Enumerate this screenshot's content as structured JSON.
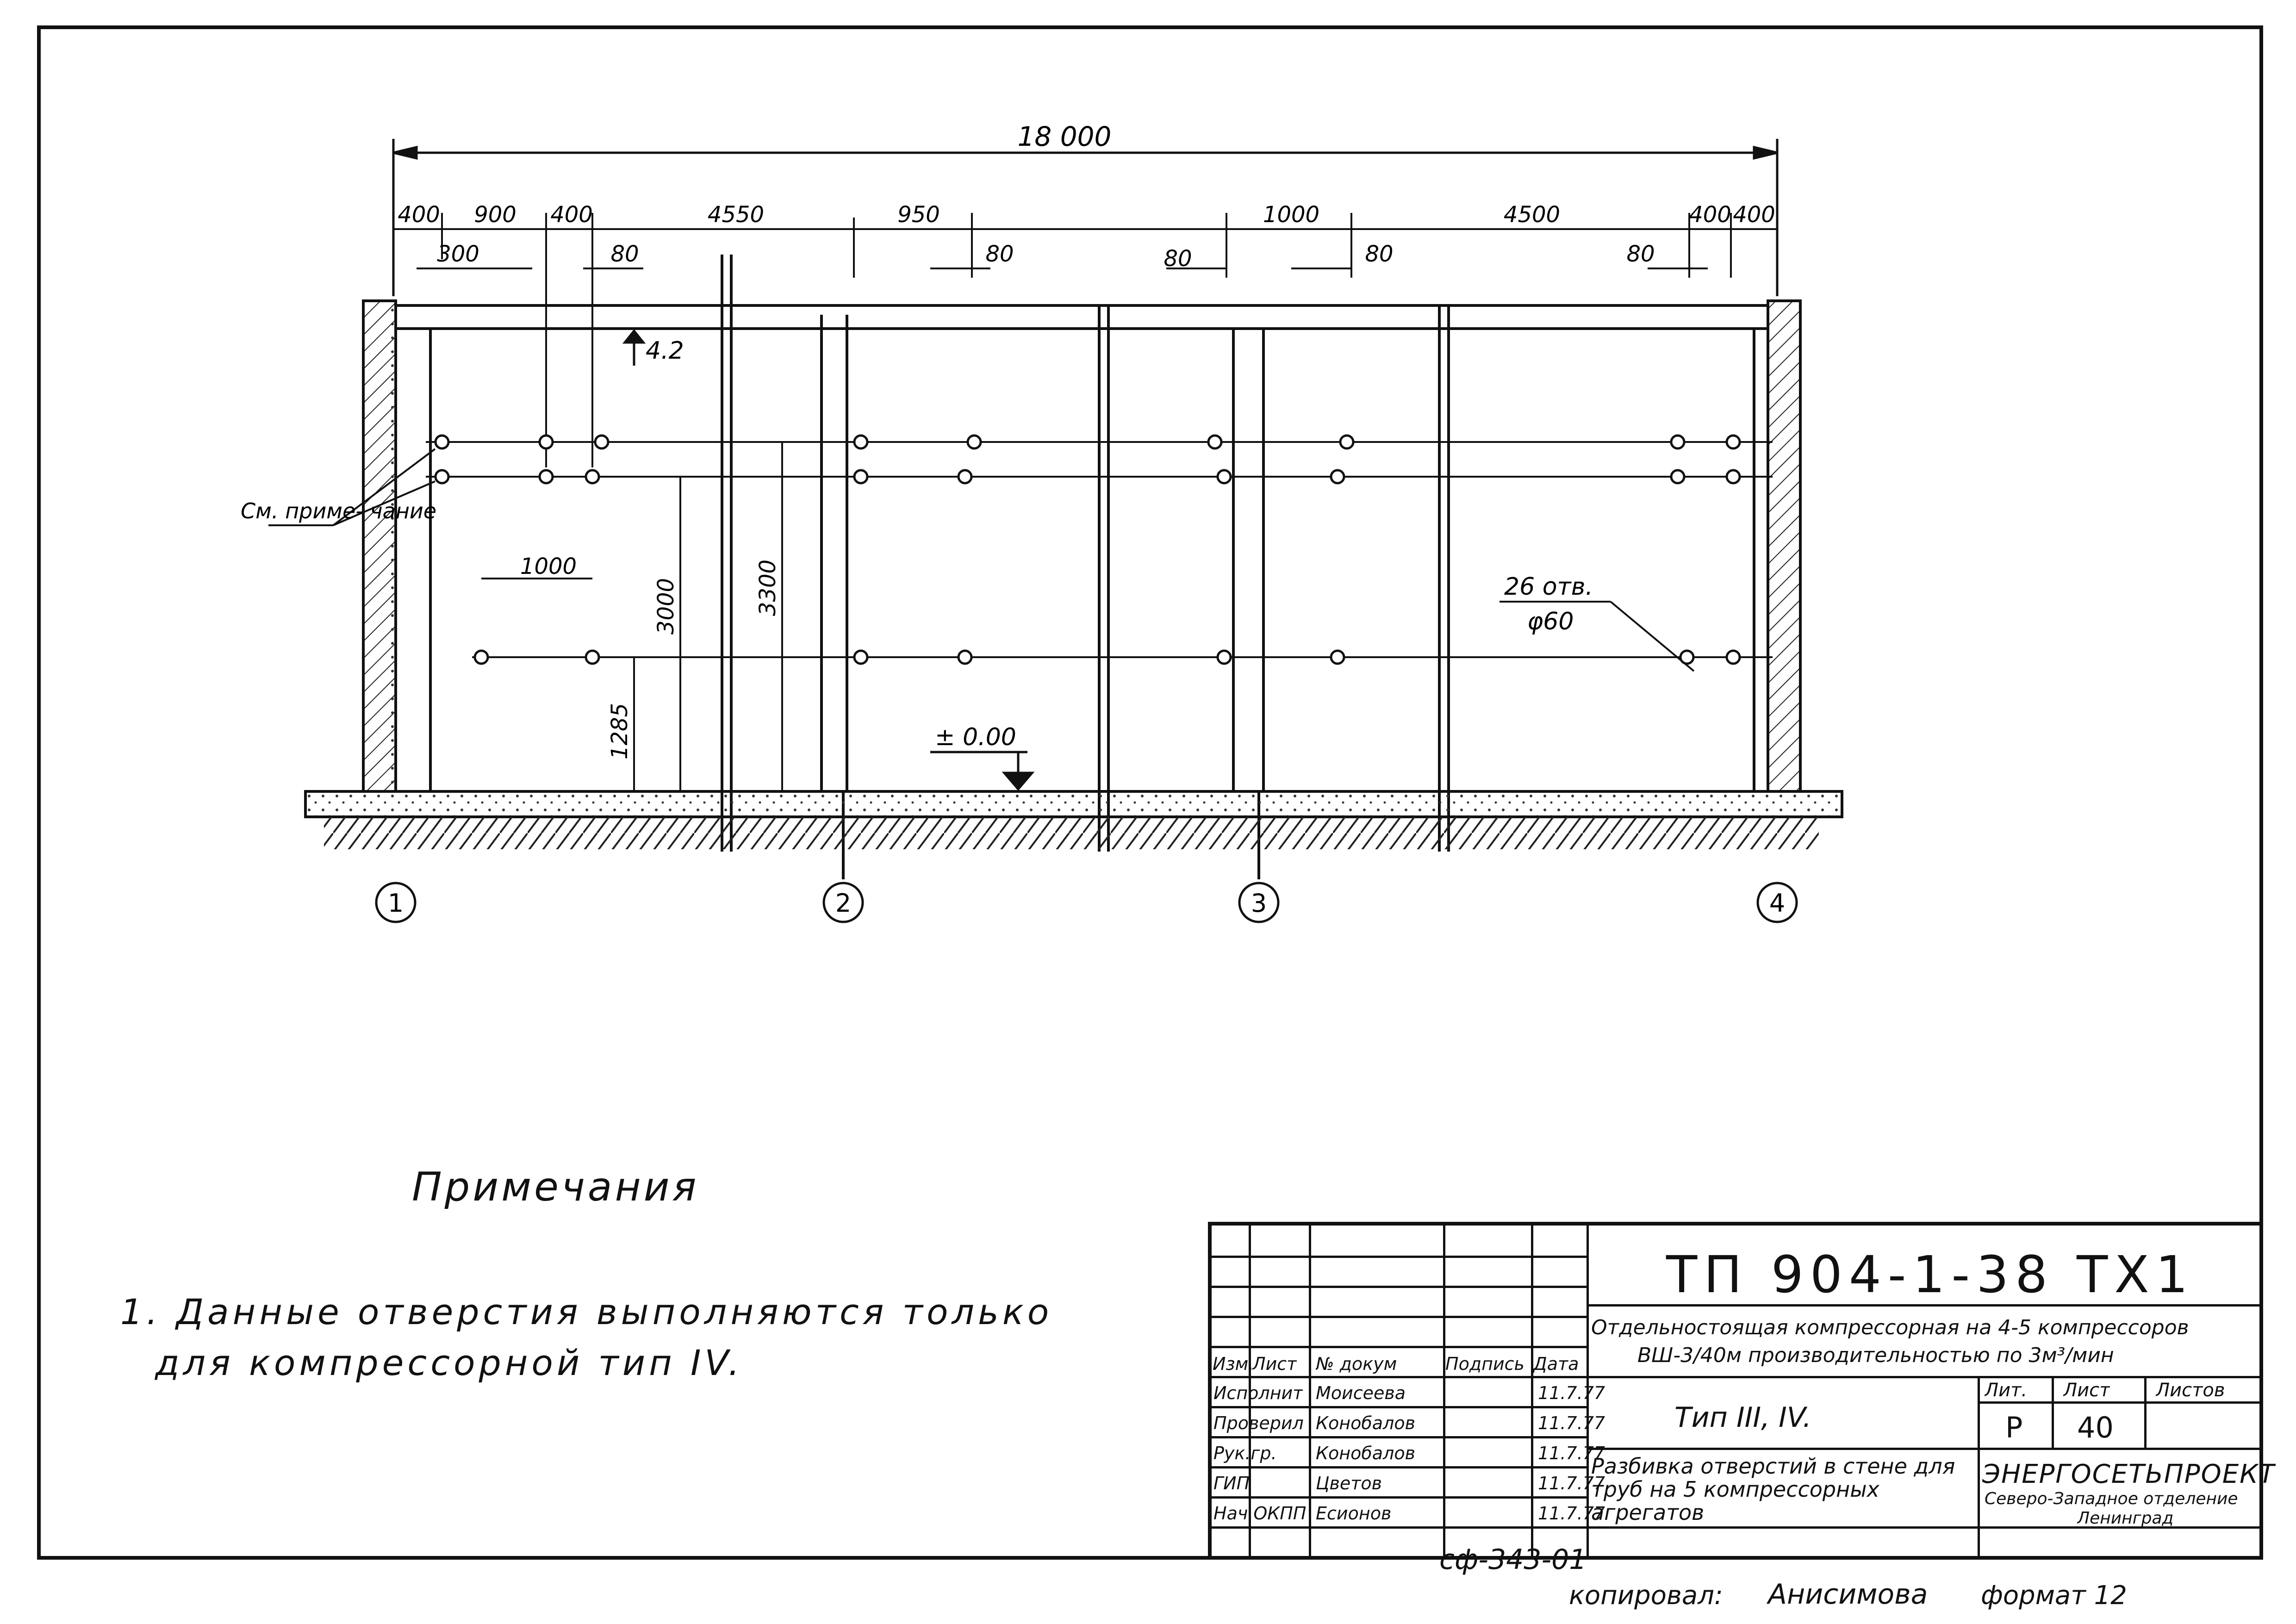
{
  "drawing": {
    "overall_dimension": "18 000",
    "top_dimensions": [
      "400",
      "900",
      "400",
      "4550",
      "950",
      "1000",
      "4500",
      "400",
      "400"
    ],
    "second_row_dimensions": [
      "300",
      "80",
      "80",
      "80",
      "80",
      "80"
    ],
    "vertical_dimensions": [
      "3000",
      "3300",
      "1285"
    ],
    "spacing_label": "1000",
    "elevation_top": "4.2",
    "elevation_zero": "± 0.00",
    "callout_note": "См. приме- чание",
    "holes_label": "26 отв.",
    "holes_diameter": "φ60",
    "axes": [
      "1",
      "2",
      "3",
      "4"
    ]
  },
  "notes": {
    "title": "Примечания",
    "line1": "1. Данные  отверстия выполняются только",
    "line2": "для компрессорной тип  IV."
  },
  "title_block": {
    "doc_code": "ТП  904-1-38   ТХ1",
    "project_line1": "Отдельностоящая компрессорная на 4-5 компрессоров",
    "project_line2": "ВШ-3/40м производительностью по 3м³/мин",
    "header_cells": [
      "Изм.",
      "Лист",
      "№ докум",
      "Подпись",
      "Дата"
    ],
    "rows": [
      {
        "role": "Исполнит",
        "name": "Моисеева",
        "date": "11.7.77"
      },
      {
        "role": "Проверил",
        "name": "Конобалов",
        "date": "11.7.77"
      },
      {
        "role": "Рук.гр.",
        "name": "Конобалов",
        "date": "11.7.77"
      },
      {
        "role": "ГИП",
        "name": "Цветов",
        "date": "11.7.77"
      },
      {
        "role": "Нач.ОКПП",
        "name": "Есионов",
        "date": "11.7.77"
      }
    ],
    "type_label": "Тип  III, IV.",
    "sheet_title": "Разбивка отверстий в стене для труб на 5 компрессорных агрегатов",
    "lit_header": "Лит.",
    "sheet_header": "Лист",
    "sheets_header": "Листов",
    "lit_value": "Р",
    "sheet_value": "40",
    "org_name": "ЭНЕРГОСЕТЬПРОЕКТ",
    "org_branch": "Северо-Западное отделение",
    "org_city": "Ленинград"
  },
  "footer": {
    "copy_code": "сф-343-01",
    "copied_by_label": "копировал:",
    "copied_by_name": "Анисимова",
    "format": "формат 12"
  }
}
